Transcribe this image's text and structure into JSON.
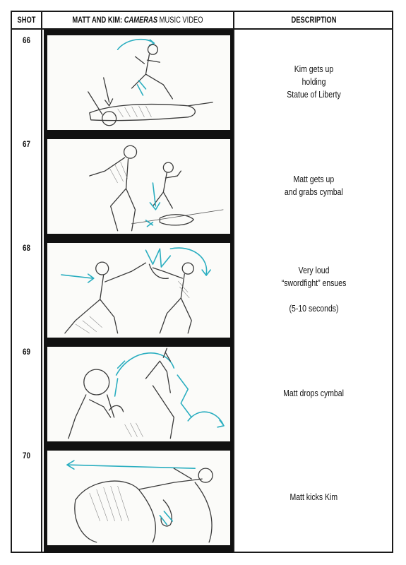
{
  "header": {
    "shot_label": "SHOT",
    "title_prefix": "MATT AND KIM:",
    "title_italic": "CAMERAS",
    "title_suffix": "MUSIC VIDEO",
    "description_label": "DESCRIPTION"
  },
  "shots": [
    {
      "number": "66",
      "description": [
        "Kim gets up",
        "holding",
        "Statue of Liberty"
      ]
    },
    {
      "number": "67",
      "description": [
        "Matt gets up",
        "and grabs cymbal"
      ]
    },
    {
      "number": "68",
      "description": [
        "Very loud",
        "“swordfight” ensues",
        "",
        "(5-10 seconds)"
      ]
    },
    {
      "number": "69",
      "description": [
        "Matt drops cymbal"
      ]
    },
    {
      "number": "70",
      "description": [
        "Matt kicks Kim"
      ]
    }
  ],
  "colors": {
    "ink": "#111111",
    "accent": "#2aaec0",
    "frame_border": "#111111"
  }
}
